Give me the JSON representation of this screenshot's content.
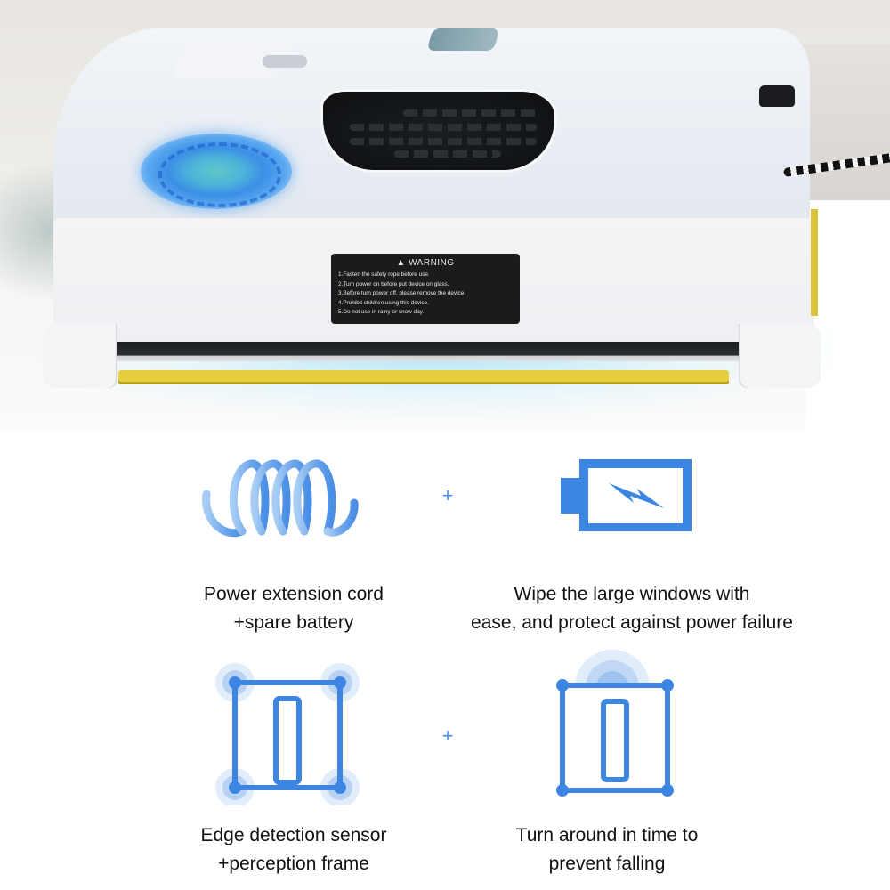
{
  "product_photo": {
    "alt": "White window-cleaning robot with blue glowing fan, black vent, yellow cleaning pad and safety rope",
    "warning_label": {
      "title": "WARNING",
      "icon": "warning-triangle-icon",
      "lines": [
        "1.Fasten the safety rope before use.",
        "2.Turn power on before put device on glass.",
        "3.Before turn power off, please remove the device.",
        "4.Prohibit children  using this device.",
        "5.Do not use  in rainy or snow day."
      ]
    }
  },
  "features": {
    "accent_color": "#3d85e3",
    "plus_symbol": "+",
    "items": [
      {
        "icon": "coil-cord-icon",
        "caption_line1": "Power extension cord",
        "caption_line2": "+spare battery"
      },
      {
        "icon": "battery-charging-icon",
        "caption_line1": "Wipe the large windows with",
        "caption_line2": "ease, and protect against power failure"
      },
      {
        "icon": "edge-sensor-frame-icon",
        "caption_line1": "Edge detection sensor",
        "caption_line2": "+perception frame"
      },
      {
        "icon": "anti-fall-sensor-icon",
        "caption_line1": "Turn around in time to",
        "caption_line2": "prevent falling"
      }
    ]
  }
}
